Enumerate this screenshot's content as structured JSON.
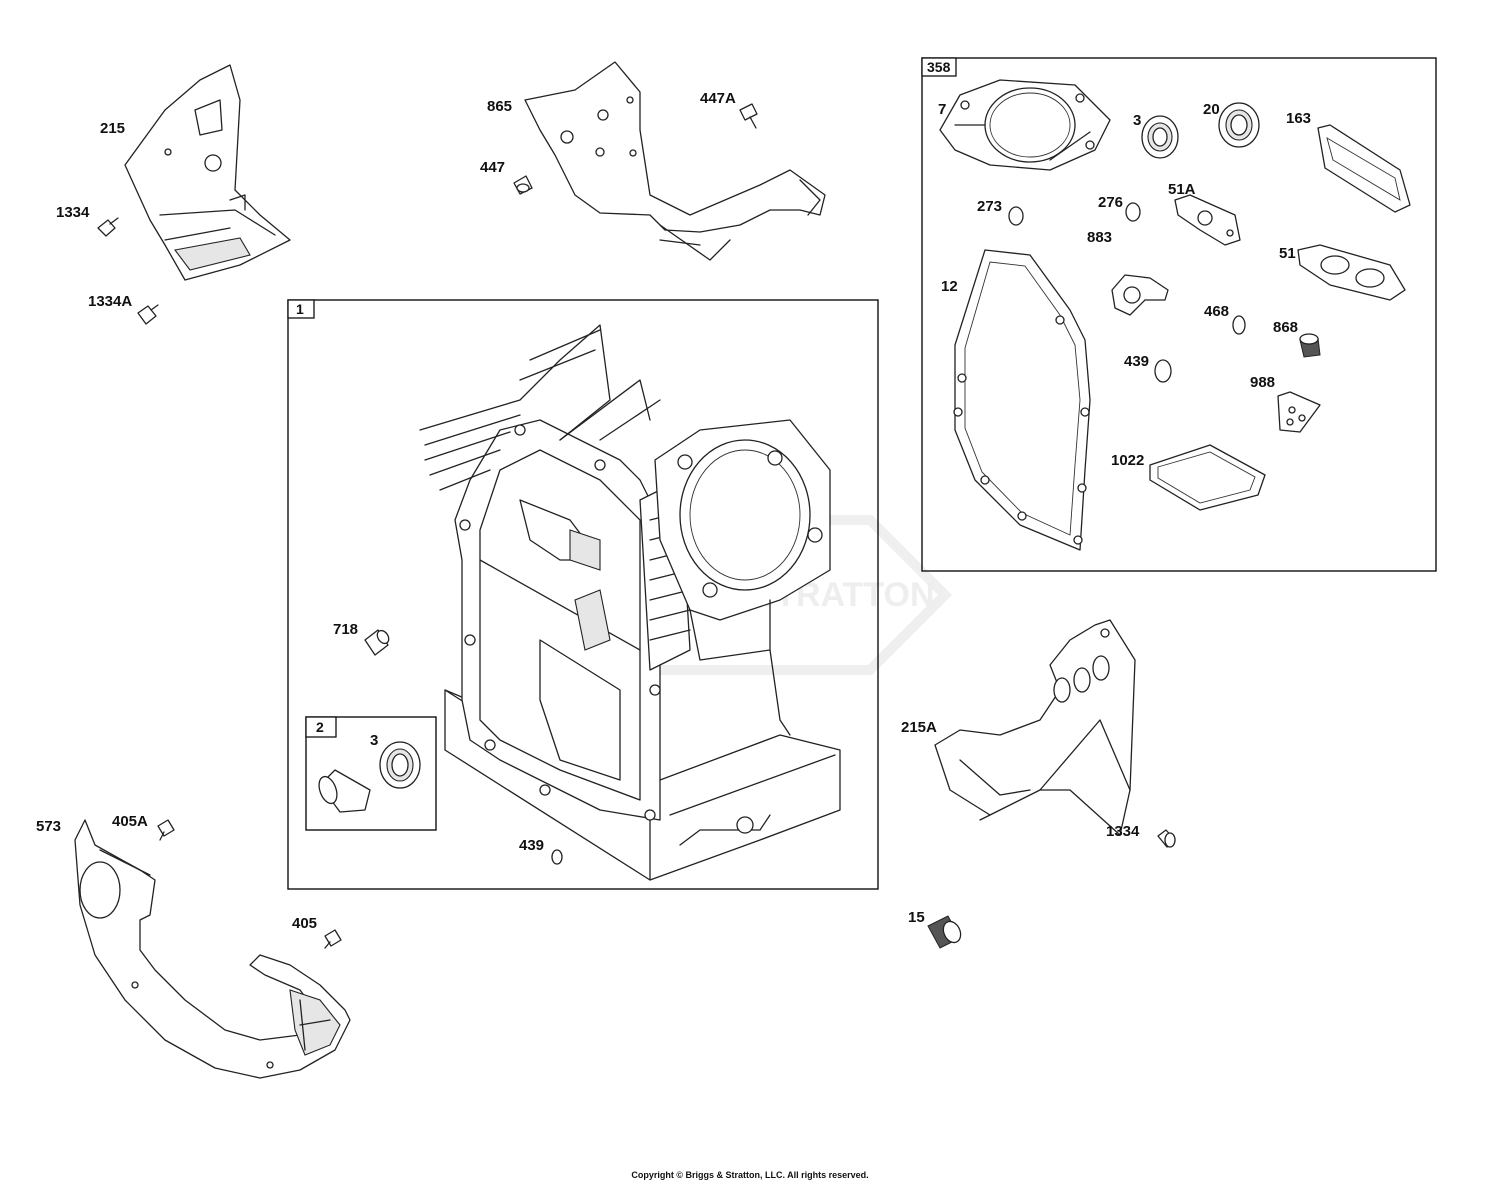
{
  "watermark": "BRIGGS & STRATTON",
  "copyright": "Copyright © Briggs & Stratton, LLC. All rights reserved.",
  "groups": {
    "g1": "1",
    "g2": "2",
    "g358": "358"
  },
  "labels": {
    "p215": "215",
    "p1334_top": "1334",
    "p1334A": "1334A",
    "p865": "865",
    "p447A": "447A",
    "p447": "447",
    "p718": "718",
    "p3_bearing": "3",
    "p439_main": "439",
    "p573": "573",
    "p405A": "405A",
    "p405": "405",
    "p215A": "215A",
    "p1334_right": "1334",
    "p15": "15",
    "k7": "7",
    "k3": "3",
    "k20": "20",
    "k163": "163",
    "k273": "273",
    "k276": "276",
    "k51A": "51A",
    "k883": "883",
    "k12": "12",
    "k51": "51",
    "k468": "468",
    "k868": "868",
    "k439": "439",
    "k988": "988",
    "k1022": "1022"
  },
  "colors": {
    "line": "#222222",
    "shade": "#e6e6e6",
    "watermark": "#eeeeee"
  }
}
